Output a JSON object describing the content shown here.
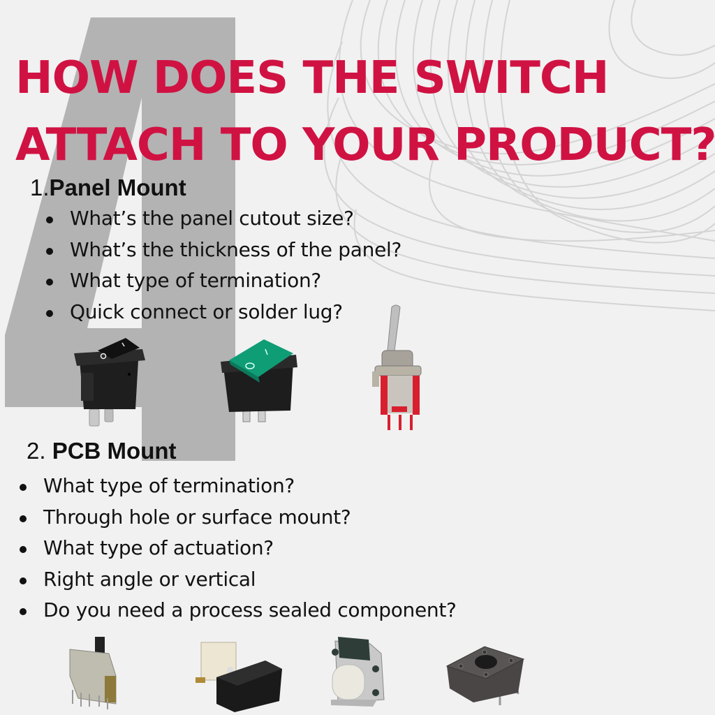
{
  "background": {
    "big_number": "4",
    "colors": {
      "page": "#f1f1f1",
      "big_number": "#b3b3b3",
      "wave_lines": "#d6d6d6"
    }
  },
  "header": {
    "title_line1": "HOW DOES THE SWITCH",
    "title_line2": "ATTACH TO YOUR PRODUCT?",
    "title_color": "#d01243"
  },
  "sections": [
    {
      "number": "1.",
      "title": "Panel Mount",
      "questions": [
        "What’s the panel cutout size?",
        "What’s the thickness of the panel?",
        "What type of termination?",
        "Quick connect or solder lug?"
      ],
      "products": [
        {
          "icon": "black-rocker-switch-icon",
          "labels": [
            "O",
            "I"
          ]
        },
        {
          "icon": "green-illuminated-rocker-switch-icon",
          "labels": [
            "O",
            "I"
          ]
        },
        {
          "icon": "mini-toggle-switch-icon"
        }
      ]
    },
    {
      "number": "2.",
      "title": "PCB Mount",
      "questions": [
        "What type of termination?",
        "Through hole or surface mount?",
        "What type of actuation?",
        "Right angle or vertical",
        "Do you need a process sealed component?"
      ],
      "products": [
        {
          "icon": "slide-switch-icon"
        },
        {
          "icon": "sealed-rocker-pcb-switch-icon"
        },
        {
          "icon": "right-angle-tact-switch-icon"
        },
        {
          "icon": "tactile-switch-icon"
        }
      ]
    }
  ]
}
